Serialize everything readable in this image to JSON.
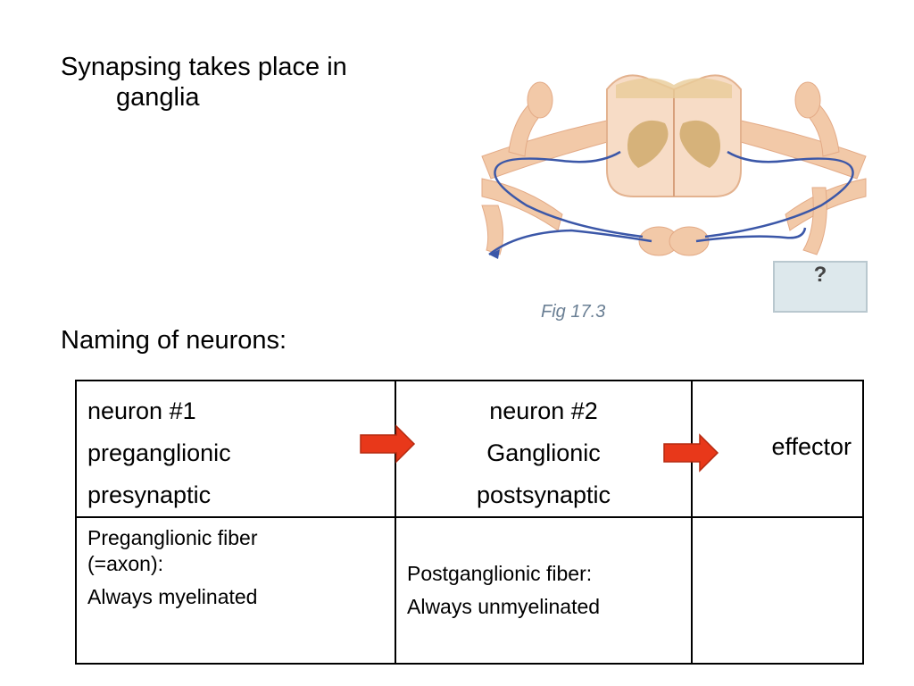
{
  "heading": {
    "line1": "Synapsing takes place in",
    "line2": "ganglia"
  },
  "naming_label": "Naming of neurons:",
  "figure": {
    "caption": "Fig 17.3",
    "question_mark": "?"
  },
  "table": {
    "col1": [
      "neuron #1",
      "preganglionic",
      "presynaptic"
    ],
    "col2": [
      "neuron #2",
      "Ganglionic",
      "postsynaptic"
    ],
    "col3": "effector",
    "fiber1": [
      "Preganglionic fiber",
      "(=axon):",
      "Always myelinated"
    ],
    "fiber2": [
      "Postganglionic fiber:",
      "Always unmyelinated"
    ]
  },
  "colors": {
    "arrow": "#e8381a",
    "caption": "#6a7f94",
    "nerve": "#f2c9a8",
    "spinal_cord": "#f7dcc6",
    "grey_matter": "#d6b27a",
    "neuron_line": "#3b57a8"
  }
}
